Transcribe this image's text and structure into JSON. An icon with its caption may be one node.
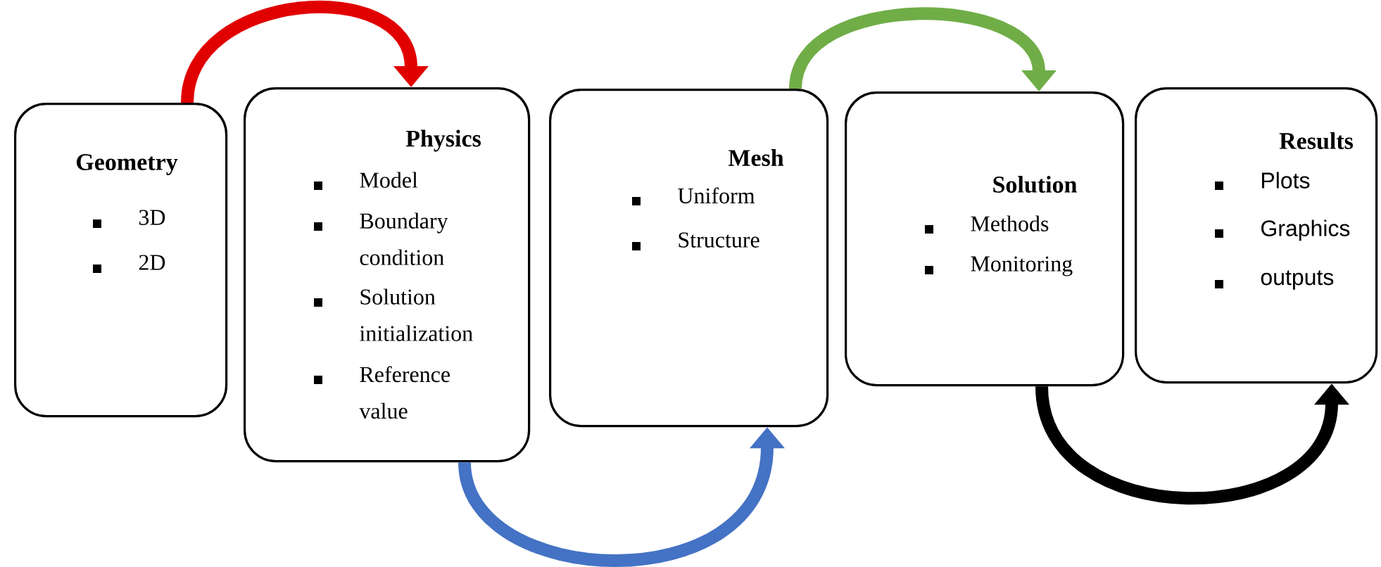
{
  "diagram": {
    "nodes": [
      {
        "text": [
          "Geometry",
          "3D",
          "2D"
        ]
      },
      {
        "text": [
          "Physics",
          "Model",
          "Boundary condition",
          "Solution initialization",
          "Reference value"
        ]
      },
      {
        "text": [
          "Mesh",
          "Uniform",
          "Structure"
        ]
      },
      {
        "text": [
          "Solution",
          "Methods",
          "Monitoring"
        ]
      },
      {
        "text": [
          "Results",
          "Plots",
          "Graphics",
          "outputs"
        ]
      }
    ],
    "edges": [
      {
        "from": 0,
        "to": 1,
        "arrow": "to",
        "color": "#e00000"
      },
      {
        "from": 1,
        "to": 2,
        "arrow": "to",
        "color": "#4472c4"
      },
      {
        "from": 2,
        "to": 3,
        "arrow": "to",
        "color": "#70ad47"
      },
      {
        "from": 3,
        "to": 4,
        "arrow": "to",
        "color": "#000000"
      }
    ]
  }
}
